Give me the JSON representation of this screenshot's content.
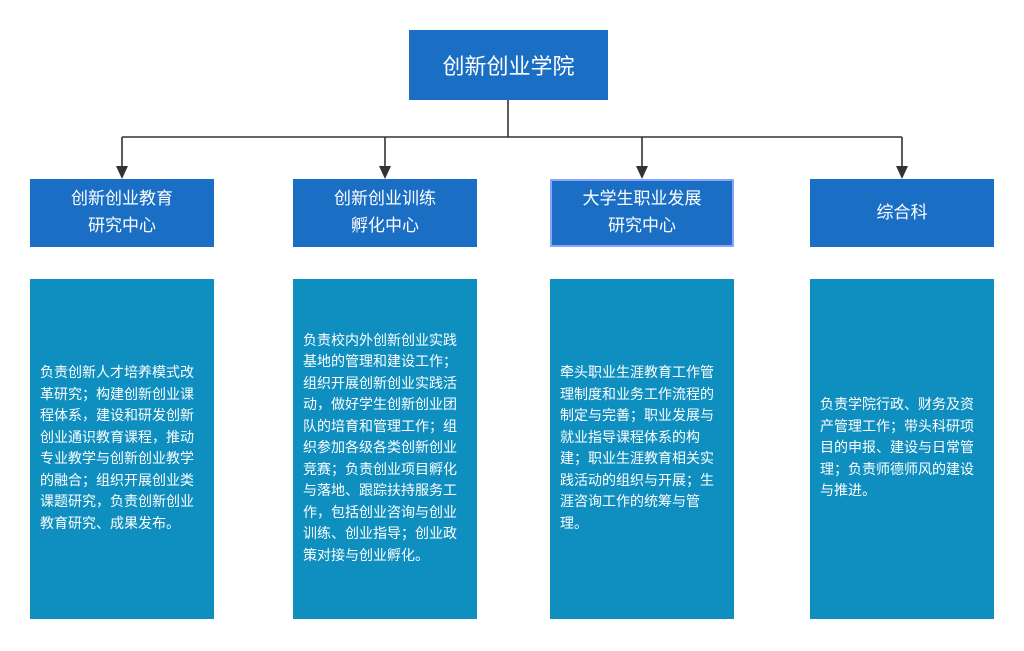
{
  "root": {
    "label": "创新创业学院"
  },
  "departments": [
    {
      "label": "创新创业教育\n研究中心"
    },
    {
      "label": "创新创业训练\n孵化中心"
    },
    {
      "label": "大学生职业发展\n研究中心"
    },
    {
      "label": "综合科"
    }
  ],
  "descriptions": [
    {
      "text": "负责创新人才培养模式改革研究；构建创新创业课程体系，建设和研发创新创业通识教育课程，推动专业教学与创新创业教学的融合；组织开展创业类课题研究，负责创新创业教育研究、成果发布。"
    },
    {
      "text": "负责校内外创新创业实践基地的管理和建设工作；组织开展创新创业实践活动，做好学生创新创业团队的培育和管理工作；组织参加各级各类创新创业竞赛；负责创业项目孵化与落地、跟踪扶持服务工作，包括创业咨询与创业训练、创业指导；创业政策对接与创业孵化。"
    },
    {
      "text": "牵头职业生涯教育工作管理制度和业务工作流程的制定与完善；职业发展与就业指导课程体系的构建；职业生涯教育相关实践活动的组织与开展；生涯咨询工作的统筹与管理。"
    },
    {
      "text": "负责学院行政、财务及资产管理工作；带头科研项目的申报、建设与日常管理；负责师德师风的建设与推进。"
    }
  ],
  "colors": {
    "header_box": "#1a6fc4",
    "description_box": "#0f8fc0",
    "connector": "#333333",
    "selection_border": "#8aa3ff"
  }
}
